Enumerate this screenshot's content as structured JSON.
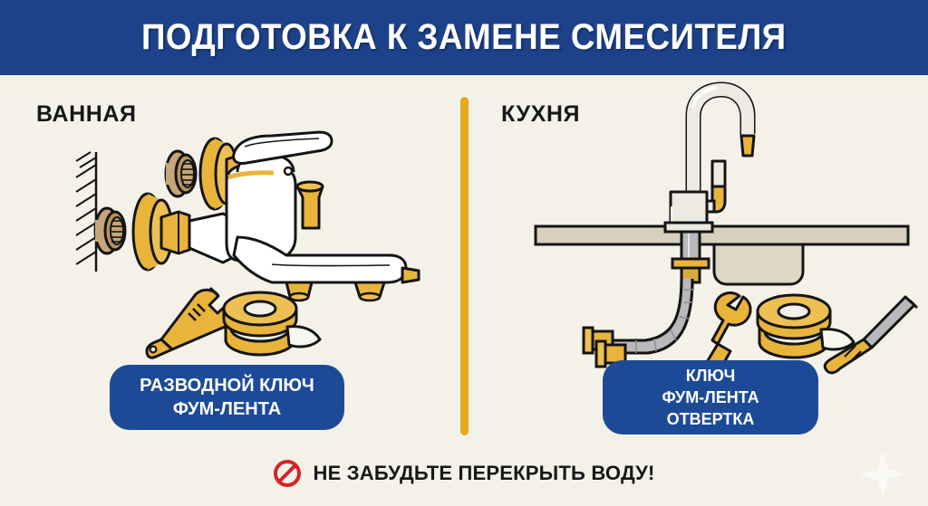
{
  "header": {
    "title": "ПОДГОТОВКА К ЗАМЕНЕ СМЕСИТЕЛЯ",
    "background_color": "#1d4289",
    "text_color": "#ffffff"
  },
  "page": {
    "background_color": "#f4f2e8",
    "divider_color": "#e8a81e",
    "accent_gold": "#e9b43a",
    "brass": "#c6a678",
    "box_blue": "#1c4a96",
    "warn_red": "#d8222a",
    "outline": "#141414",
    "metal": "#b9b9bb",
    "counter": "#d6d0bd"
  },
  "sections": [
    {
      "id": "bathroom",
      "label": "ВАННАЯ",
      "illustration": "wall-mounted-bath-mixer-with-eccentrics",
      "tools": [
        "adjustable-wrench-icon",
        "fum-tape-icon"
      ],
      "tools_box": {
        "lines": [
          "РАЗВОДНОЙ КЛЮЧ",
          "ФУМ-ЛЕНТА"
        ]
      }
    },
    {
      "id": "kitchen",
      "label": "КУХНЯ",
      "illustration": "countertop-gooseneck-kitchen-mixer-with-flex-hoses",
      "tools": [
        "open-end-wrench-icon",
        "fum-tape-icon",
        "screwdriver-icon"
      ],
      "tools_box": {
        "lines": [
          "КЛЮЧ",
          "ФУМ-ЛЕНТА",
          "ОТВЕРТКА"
        ]
      }
    }
  ],
  "footer": {
    "icon": "prohibition-sign-icon",
    "text": "НЕ ЗАБУДЬТЕ ПЕРЕКРЫТЬ ВОДУ!"
  },
  "watermark": {
    "icon": "sparkle-icon"
  }
}
